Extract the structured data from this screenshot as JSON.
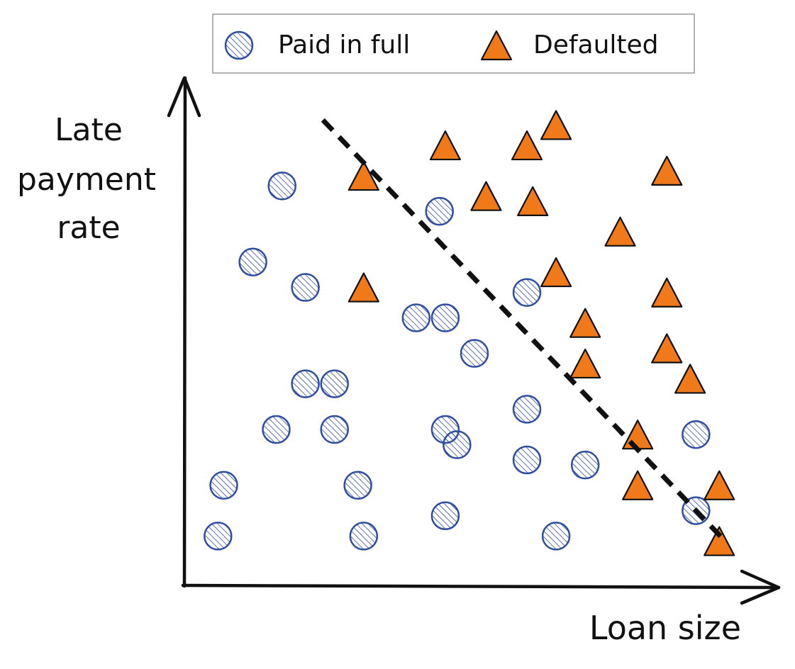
{
  "colors": {
    "paid": "#2f4ea0",
    "defaulted": "#f07a1a",
    "ink": "#111111",
    "legend_border": "#999999"
  },
  "chart_data": {
    "type": "scatter",
    "xlabel": "Loan size",
    "ylabel": [
      "Late",
      "payment",
      "rate"
    ],
    "xlim": [
      0,
      100
    ],
    "ylim": [
      0,
      100
    ],
    "grid": false,
    "legend_position": "top-center",
    "legend": [
      "Paid in full",
      "Defaulted"
    ],
    "series": [
      {
        "name": "Paid in full",
        "marker": "hatched-circle",
        "points": [
          [
            17,
            79
          ],
          [
            12,
            64
          ],
          [
            21,
            59
          ],
          [
            21,
            40
          ],
          [
            16,
            31
          ],
          [
            7,
            20
          ],
          [
            6,
            10
          ],
          [
            26,
            40
          ],
          [
            26,
            31
          ],
          [
            30,
            20
          ],
          [
            31,
            10
          ],
          [
            44,
            74
          ],
          [
            40,
            53
          ],
          [
            45,
            53
          ],
          [
            50,
            46
          ],
          [
            45,
            31
          ],
          [
            47,
            28
          ],
          [
            45,
            14
          ],
          [
            59,
            58
          ],
          [
            59,
            35
          ],
          [
            59,
            25
          ],
          [
            69,
            24
          ],
          [
            64,
            10
          ],
          [
            88,
            15
          ],
          [
            88,
            30
          ]
        ]
      },
      {
        "name": "Defaulted",
        "marker": "triangle",
        "points": [
          [
            31,
            81
          ],
          [
            31,
            59
          ],
          [
            45,
            87
          ],
          [
            52,
            77
          ],
          [
            59,
            87
          ],
          [
            60,
            76
          ],
          [
            64,
            91
          ],
          [
            64,
            62
          ],
          [
            69,
            52
          ],
          [
            69,
            44
          ],
          [
            75,
            70
          ],
          [
            78,
            30
          ],
          [
            83,
            82
          ],
          [
            83,
            58
          ],
          [
            83,
            47
          ],
          [
            87,
            41
          ],
          [
            78,
            20
          ],
          [
            92,
            20
          ],
          [
            92,
            9
          ]
        ]
      }
    ],
    "annotation": {
      "type": "dashed-decision-boundary",
      "from": [
        24,
        92
      ],
      "to": [
        93,
        9
      ]
    }
  }
}
